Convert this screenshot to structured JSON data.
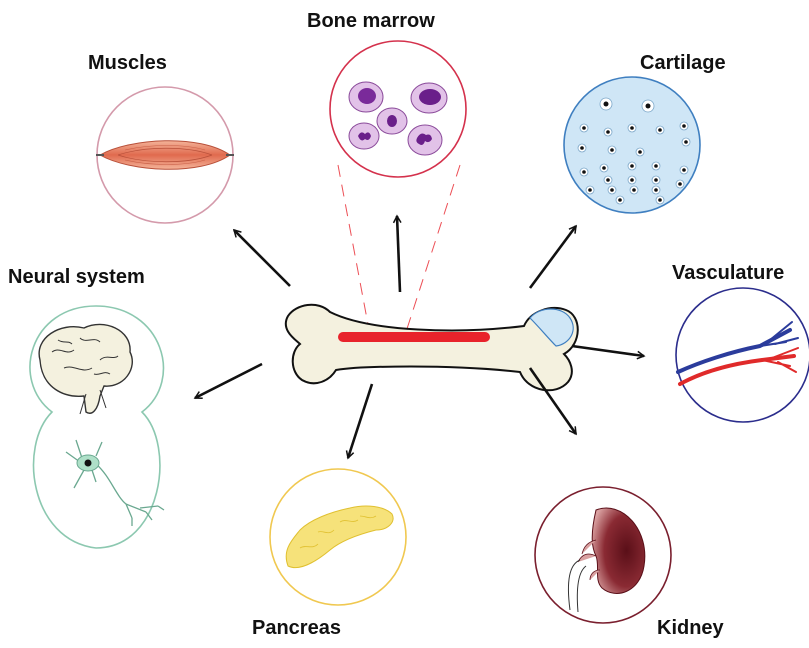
{
  "labels": {
    "bone_marrow": "Bone marrow",
    "muscles": "Muscles",
    "cartilage": "Cartilage",
    "neural_system": "Neural system",
    "vasculature": "Vasculature",
    "pancreas": "Pancreas",
    "kidney": "Kidney"
  },
  "colors": {
    "bone_marrow_circle": "#d4314c",
    "muscles_circle": "#d49aab",
    "cartilage_circle": "#3f7fc0",
    "cartilage_fill": "#cfe6f6",
    "neural_circle": "#8cc8b0",
    "vasculature_circle": "#2b2d8c",
    "pancreas_circle": "#f0c850",
    "kidney_circle": "#7a1f2e",
    "bone_fill": "#f4f1df",
    "marrow_stripe": "#e8232b",
    "arrow": "#111111"
  }
}
